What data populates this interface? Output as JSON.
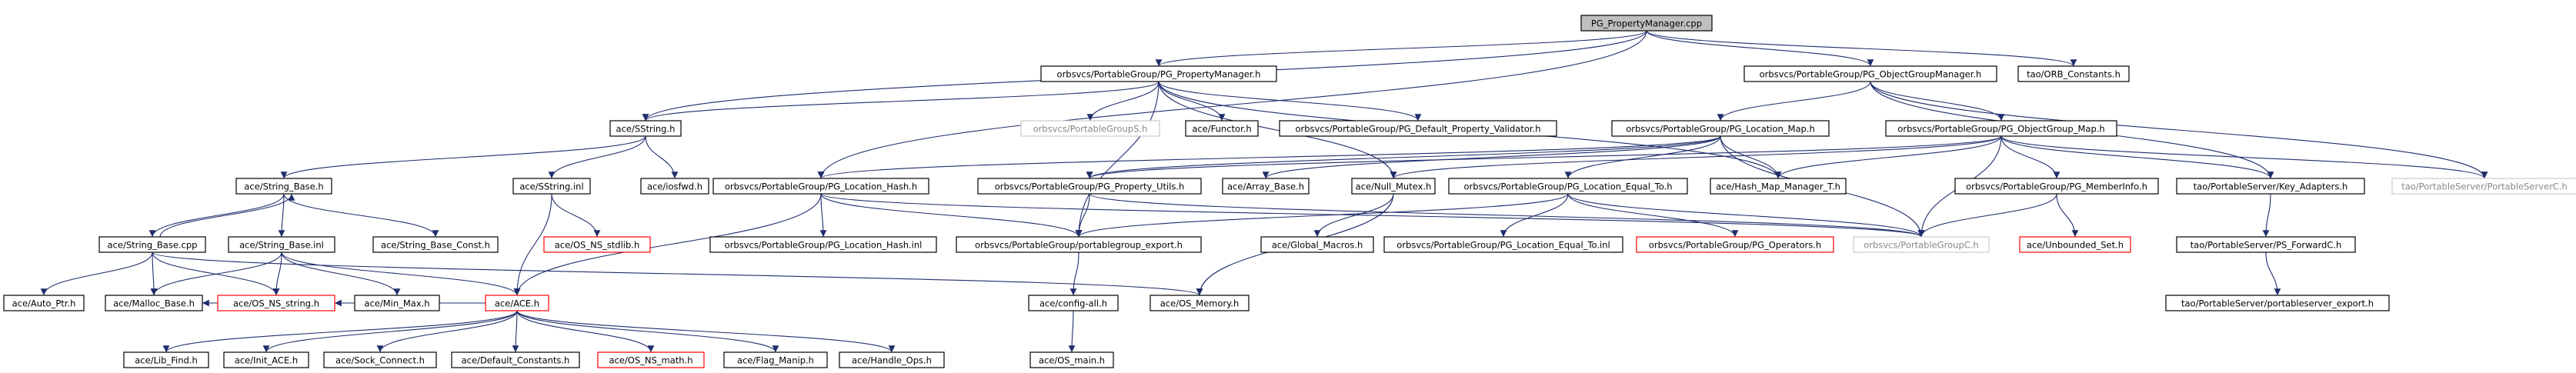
{
  "graph": {
    "title": "PG_PropertyManager.cpp",
    "colors": {
      "edge": "#1f2d6b",
      "box_border": "#000000",
      "missing_border": "#cccccc",
      "missing_text": "#888888",
      "red_border": "#ff0000",
      "root_fill": "#bfbfbf",
      "text": "#000000",
      "background": "#ffffff"
    },
    "nodes": [
      {
        "id": "root",
        "label": "PG_PropertyManager.cpp",
        "style": "root"
      },
      {
        "id": "pgpm_h",
        "label": "orbsvcs/PortableGroup/PG_PropertyManager.h",
        "style": "normal"
      },
      {
        "id": "pgogm_h",
        "label": "orbsvcs/PortableGroup/PG_ObjectGroupManager.h",
        "style": "normal"
      },
      {
        "id": "orb_const",
        "label": "tao/ORB_Constants.h",
        "style": "normal"
      },
      {
        "id": "sstring_h",
        "label": "ace/SString.h",
        "style": "normal"
      },
      {
        "id": "pgs_h",
        "label": "orbsvcs/PortableGroupS.h",
        "style": "missing"
      },
      {
        "id": "functor_h",
        "label": "ace/Functor.h",
        "style": "normal"
      },
      {
        "id": "pgdpv_h",
        "label": "orbsvcs/PortableGroup/PG_Default_Property_Validator.h",
        "style": "normal"
      },
      {
        "id": "pglm_h",
        "label": "orbsvcs/PortableGroup/PG_Location_Map.h",
        "style": "normal"
      },
      {
        "id": "pgogmap_h",
        "label": "orbsvcs/PortableGroup/PG_ObjectGroup_Map.h",
        "style": "normal"
      },
      {
        "id": "strbase_h",
        "label": "ace/String_Base.h",
        "style": "normal"
      },
      {
        "id": "sstring_inl",
        "label": "ace/SString.inl",
        "style": "normal"
      },
      {
        "id": "iosfwd_h",
        "label": "ace/iosfwd.h",
        "style": "normal"
      },
      {
        "id": "pglh_h",
        "label": "orbsvcs/PortableGroup/PG_Location_Hash.h",
        "style": "normal"
      },
      {
        "id": "pgpu_h",
        "label": "orbsvcs/PortableGroup/PG_Property_Utils.h",
        "style": "normal"
      },
      {
        "id": "arrbase_h",
        "label": "ace/Array_Base.h",
        "style": "normal"
      },
      {
        "id": "nullmutex_h",
        "label": "ace/Null_Mutex.h",
        "style": "normal"
      },
      {
        "id": "pglet_h",
        "label": "orbsvcs/PortableGroup/PG_Location_Equal_To.h",
        "style": "normal"
      },
      {
        "id": "hmmt_h",
        "label": "ace/Hash_Map_Manager_T.h",
        "style": "normal"
      },
      {
        "id": "pgmi_h",
        "label": "orbsvcs/PortableGroup/PG_MemberInfo.h",
        "style": "normal"
      },
      {
        "id": "keyadapt_h",
        "label": "tao/PortableServer/Key_Adapters.h",
        "style": "normal"
      },
      {
        "id": "psc_h",
        "label": "tao/PortableServer/PortableServerC.h",
        "style": "missing"
      },
      {
        "id": "strbase_cpp",
        "label": "ace/String_Base.cpp",
        "style": "normal"
      },
      {
        "id": "strbase_inl",
        "label": "ace/String_Base.inl",
        "style": "normal"
      },
      {
        "id": "strbaseconst_h",
        "label": "ace/String_Base_Const.h",
        "style": "normal"
      },
      {
        "id": "osnsstdlib_h",
        "label": "ace/OS_NS_stdlib.h",
        "style": "red"
      },
      {
        "id": "pglh_inl",
        "label": "orbsvcs/PortableGroup/PG_Location_Hash.inl",
        "style": "normal"
      },
      {
        "id": "pgexport_h",
        "label": "orbsvcs/PortableGroup/portablegroup_export.h",
        "style": "normal"
      },
      {
        "id": "globalmacros_h",
        "label": "ace/Global_Macros.h",
        "style": "normal"
      },
      {
        "id": "pglet_inl",
        "label": "orbsvcs/PortableGroup/PG_Location_Equal_To.inl",
        "style": "normal"
      },
      {
        "id": "pgops_h",
        "label": "orbsvcs/PortableGroup/PG_Operators.h",
        "style": "red"
      },
      {
        "id": "pgc_h",
        "label": "orbsvcs/PortableGroupC.h",
        "style": "missing"
      },
      {
        "id": "unbset_h",
        "label": "ace/Unbounded_Set.h",
        "style": "red"
      },
      {
        "id": "psfwd_h",
        "label": "tao/PortableServer/PS_ForwardC.h",
        "style": "normal"
      },
      {
        "id": "autoptr_h",
        "label": "ace/Auto_Ptr.h",
        "style": "normal"
      },
      {
        "id": "mallocbase_h",
        "label": "ace/Malloc_Base.h",
        "style": "normal"
      },
      {
        "id": "osnsstring_h",
        "label": "ace/OS_NS_string.h",
        "style": "red"
      },
      {
        "id": "minmax_h",
        "label": "ace/Min_Max.h",
        "style": "normal"
      },
      {
        "id": "ace_h",
        "label": "ace/ACE.h",
        "style": "red"
      },
      {
        "id": "configall_h",
        "label": "ace/config-all.h",
        "style": "normal"
      },
      {
        "id": "osmemory_h",
        "label": "ace/OS_Memory.h",
        "style": "normal"
      },
      {
        "id": "psexport_h",
        "label": "tao/PortableServer/portableserver_export.h",
        "style": "normal"
      },
      {
        "id": "libfind_h",
        "label": "ace/Lib_Find.h",
        "style": "normal"
      },
      {
        "id": "initace_h",
        "label": "ace/Init_ACE.h",
        "style": "normal"
      },
      {
        "id": "sockconnect_h",
        "label": "ace/Sock_Connect.h",
        "style": "normal"
      },
      {
        "id": "defconst_h",
        "label": "ace/Default_Constants.h",
        "style": "normal"
      },
      {
        "id": "osnsmath_h",
        "label": "ace/OS_NS_math.h",
        "style": "red"
      },
      {
        "id": "flagmanip_h",
        "label": "ace/Flag_Manip.h",
        "style": "normal"
      },
      {
        "id": "handleops_h",
        "label": "ace/Handle_Ops.h",
        "style": "normal"
      },
      {
        "id": "osmain_h",
        "label": "ace/OS_main.h",
        "style": "normal"
      }
    ],
    "edges": [
      [
        "root",
        "pgpm_h"
      ],
      [
        "root",
        "pgogm_h"
      ],
      [
        "root",
        "orb_const"
      ],
      [
        "root",
        "sstring_h"
      ],
      [
        "root",
        "pglh_h"
      ],
      [
        "pgpm_h",
        "sstring_h"
      ],
      [
        "pgpm_h",
        "pgs_h"
      ],
      [
        "pgpm_h",
        "functor_h"
      ],
      [
        "pgpm_h",
        "pgdpv_h"
      ],
      [
        "pgpm_h",
        "pgexport_h"
      ],
      [
        "pgpm_h",
        "nullmutex_h"
      ],
      [
        "pgpm_h",
        "hmmt_h"
      ],
      [
        "pgogm_h",
        "pglm_h"
      ],
      [
        "pgogm_h",
        "pgogmap_h"
      ],
      [
        "pgogm_h",
        "keyadapt_h"
      ],
      [
        "pgogm_h",
        "psc_h"
      ],
      [
        "sstring_h",
        "strbase_h"
      ],
      [
        "sstring_h",
        "sstring_inl"
      ],
      [
        "sstring_h",
        "iosfwd_h"
      ],
      [
        "pglm_h",
        "pglh_h"
      ],
      [
        "pglm_h",
        "pgpu_h"
      ],
      [
        "pglm_h",
        "arrbase_h"
      ],
      [
        "pglm_h",
        "pglet_h"
      ],
      [
        "pglm_h",
        "hmmt_h"
      ],
      [
        "pglm_h",
        "pgc_h"
      ],
      [
        "pgogmap_h",
        "nullmutex_h"
      ],
      [
        "pgogmap_h",
        "hmmt_h"
      ],
      [
        "pgogmap_h",
        "pgmi_h"
      ],
      [
        "pgogmap_h",
        "keyadapt_h"
      ],
      [
        "pgogmap_h",
        "psc_h"
      ],
      [
        "pgogmap_h",
        "pgc_h"
      ],
      [
        "pgogmap_h",
        "pgpu_h"
      ],
      [
        "strbase_h",
        "strbase_cpp"
      ],
      [
        "strbase_h",
        "strbase_inl"
      ],
      [
        "strbase_h",
        "strbaseconst_h"
      ],
      [
        "strbase_cpp",
        "strbase_h"
      ],
      [
        "sstring_inl",
        "osnsstdlib_h"
      ],
      [
        "sstring_inl",
        "ace_h"
      ],
      [
        "pglh_h",
        "pglh_inl"
      ],
      [
        "pglh_h",
        "pgexport_h"
      ],
      [
        "pglh_h",
        "ace_h"
      ],
      [
        "pglh_h",
        "pgc_h"
      ],
      [
        "pgpu_h",
        "pgexport_h"
      ],
      [
        "pgpu_h",
        "pgc_h"
      ],
      [
        "nullmutex_h",
        "globalmacros_h"
      ],
      [
        "nullmutex_h",
        "osmemory_h"
      ],
      [
        "pglet_h",
        "pglet_inl"
      ],
      [
        "pglet_h",
        "pgops_h"
      ],
      [
        "pglet_h",
        "pgexport_h"
      ],
      [
        "pglet_h",
        "pgc_h"
      ],
      [
        "pgmi_h",
        "unbset_h"
      ],
      [
        "pgmi_h",
        "pgc_h"
      ],
      [
        "keyadapt_h",
        "psfwd_h"
      ],
      [
        "psfwd_h",
        "psexport_h"
      ],
      [
        "strbase_cpp",
        "autoptr_h"
      ],
      [
        "strbase_cpp",
        "mallocbase_h"
      ],
      [
        "strbase_cpp",
        "osnsstring_h"
      ],
      [
        "strbase_cpp",
        "osmemory_h"
      ],
      [
        "strbase_inl",
        "mallocbase_h"
      ],
      [
        "strbase_inl",
        "minmax_h"
      ],
      [
        "strbase_inl",
        "osnsstring_h"
      ],
      [
        "strbase_inl",
        "ace_h"
      ],
      [
        "pgexport_h",
        "configall_h"
      ],
      [
        "configall_h",
        "osmain_h"
      ],
      [
        "ace_h",
        "libfind_h"
      ],
      [
        "ace_h",
        "initace_h"
      ],
      [
        "ace_h",
        "sockconnect_h"
      ],
      [
        "ace_h",
        "defconst_h"
      ],
      [
        "ace_h",
        "osnsmath_h"
      ],
      [
        "ace_h",
        "flagmanip_h"
      ],
      [
        "ace_h",
        "handleops_h"
      ],
      [
        "ace_h",
        "mallocbase_h"
      ],
      [
        "ace_h",
        "osnsstring_h"
      ]
    ]
  }
}
